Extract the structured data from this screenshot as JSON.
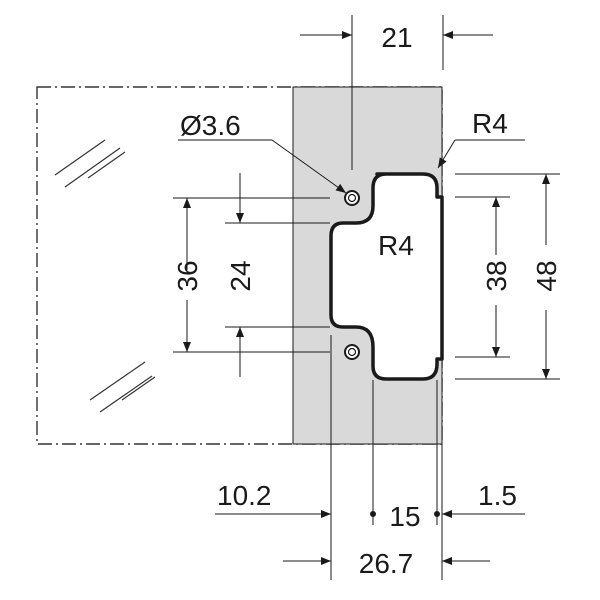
{
  "diagram": {
    "labels": {
      "hole_diameter": "Ø3.6",
      "top_width": "21",
      "corner_radius_outer": "R4",
      "corner_radius_inner": "R4",
      "height_36": "36",
      "height_24": "24",
      "height_38": "38",
      "height_48": "48",
      "offset_10_2": "10.2",
      "offset_15": "15",
      "offset_1_5": "1.5",
      "width_26_7": "26.7"
    },
    "colors": {
      "plate_fill": "#d9d9d9",
      "line": "#1a1a1a"
    }
  }
}
